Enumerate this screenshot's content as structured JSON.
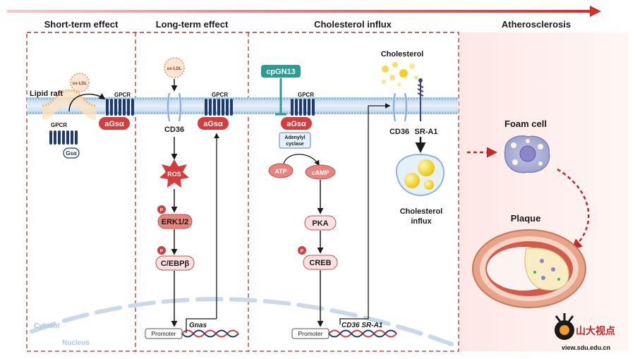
{
  "headers": {
    "short_term": "Short-term effect",
    "long_term": "Long-term effect",
    "influx": "Cholesterol influx",
    "athero": "Atherosclerosis"
  },
  "panel1": {
    "lipid_raft": "Lipid raft",
    "ox_ldl": "ox-LDL",
    "gpcr_left": "GPCR",
    "gpcr_right": "GPCR",
    "gs": "Gsα",
    "agsa": "aGsα"
  },
  "panel2": {
    "ox_ldl": "ox-LDL",
    "gpcr": "GPCR",
    "cd36": "CD36",
    "agsa": "aGsα",
    "ros": "ROS",
    "p1": "P",
    "erk": "ERK1/2",
    "p2": "P",
    "cebp": "C/EBPβ",
    "promoter": "Promoter",
    "gene": "Gnas"
  },
  "panel3": {
    "cpgn13": "cpGN13",
    "gpcr": "GPCR",
    "agsa": "aGsα",
    "adenylyl_line1": "Adenylyl",
    "adenylyl_line2": "cyclase",
    "atp": "ATP",
    "camp": "cAMP",
    "pka": "PKA",
    "p": "P",
    "creb": "CREB",
    "promoter": "Promoter",
    "genes": "CD36 SR-A1",
    "cholesterol": "Cholesterol",
    "cd36": "CD36",
    "sra1": "SR-A1",
    "influx_line1": "Cholesterol",
    "influx_line2": "influx"
  },
  "panel4": {
    "foam_cell": "Foam cell",
    "plaque": "Plaque"
  },
  "compartments": {
    "cytosol": "Cytosol",
    "nucleus": "Nucleus"
  },
  "watermark": {
    "brand": "山大视点",
    "url": "view.sdu.edu.cn"
  },
  "colors": {
    "accent_red": "#d93a3a",
    "membrane_blue": "#9ec3e0",
    "teal": "#2a9d8f",
    "gpcr_navy": "#1f3a6b",
    "yellow": "#f5d020"
  }
}
